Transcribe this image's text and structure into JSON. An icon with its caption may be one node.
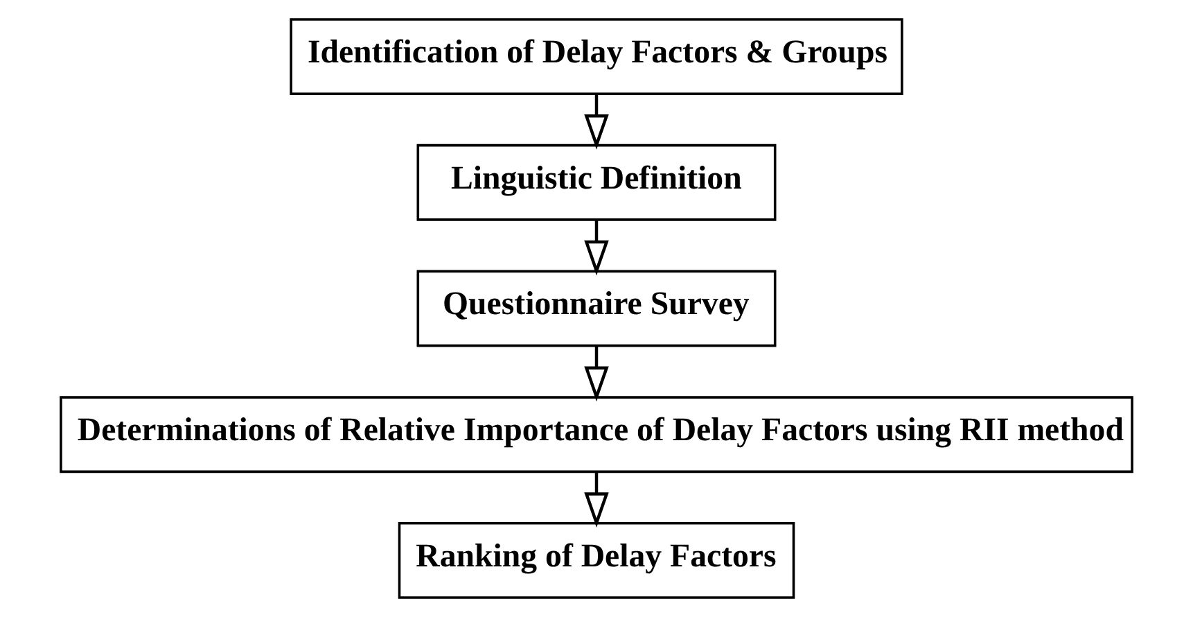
{
  "diagram": {
    "nodes": [
      {
        "text": [
          "Identification of Delay Factors & Groups"
        ]
      },
      {
        "text": [
          "Linguistic Definition"
        ]
      },
      {
        "text": [
          "Questionnaire Survey"
        ]
      },
      {
        "text": [
          "Determinations of Relative Importance of Delay Factors using RII method"
        ]
      },
      {
        "text": [
          "Ranking of Delay Factors"
        ]
      }
    ],
    "edges": [
      {
        "from": 0,
        "to": 1,
        "arrow": "to"
      },
      {
        "from": 1,
        "to": 2,
        "arrow": "to"
      },
      {
        "from": 2,
        "to": 3,
        "arrow": "to"
      },
      {
        "from": 3,
        "to": 4,
        "arrow": "to"
      }
    ]
  }
}
